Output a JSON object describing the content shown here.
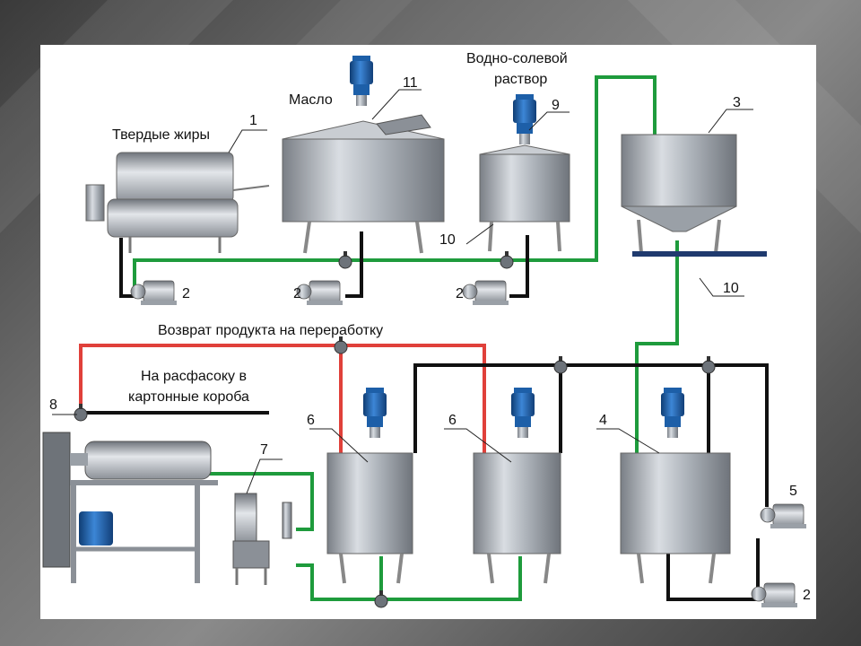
{
  "labels": {
    "solid_fats": "Твердые жиры",
    "oil": "Масло",
    "brine_line1": "Водно-солевой",
    "brine_line2": "раствор",
    "return_to_processing": "Возврат продукта на  переработку",
    "packing_line1": "На расфасоку в",
    "packing_line2": "картонные короба"
  },
  "callouts": {
    "c1": "1",
    "c11": "11",
    "c9": "9",
    "c3": "3",
    "c10a": "10",
    "c10b": "10",
    "c2a": "2",
    "c2b": "2",
    "c2c": "2",
    "c2d": "2",
    "c8": "8",
    "c7": "7",
    "c6a": "6",
    "c6b": "6",
    "c4": "4",
    "c5": "5"
  },
  "colors": {
    "green_pipe": "#1e9b3c",
    "red_pipe": "#e0403a",
    "black_pipe": "#111111",
    "motor_blue": "#1d5fa8"
  }
}
